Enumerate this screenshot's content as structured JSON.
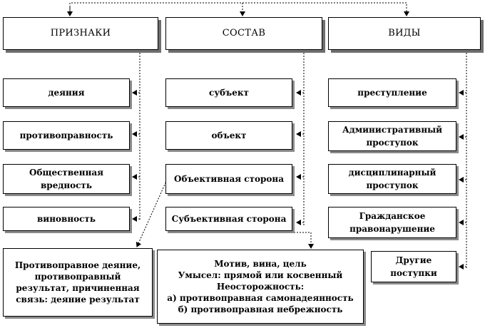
{
  "columns": {
    "signs": {
      "header": "ПРИЗНАКИ",
      "items": [
        "деяния",
        "противоправность",
        "Общественная вредность",
        "виновность"
      ]
    },
    "composition": {
      "header": "СОСТАВ",
      "items": [
        "субъект",
        "объект",
        "Объективная сторона",
        "Субъективная сторона"
      ]
    },
    "types": {
      "header": "ВИДЫ",
      "items": [
        "преступление",
        "Административный проступок",
        "дисциплинарный проступок",
        "Гражданское правонарушение",
        "Другие поступки"
      ]
    }
  },
  "details": {
    "objective_side": [
      "Противоправное деяние,",
      "противоправный",
      "результат, причиненная",
      "связь: деяние результат"
    ],
    "subjective_side": [
      "Мотив, вина, цель",
      "Умысел: прямой или косвенный",
      "Неосторожность:",
      "а) противоправная самонадеянность",
      "б) противоправная небрежность"
    ]
  }
}
